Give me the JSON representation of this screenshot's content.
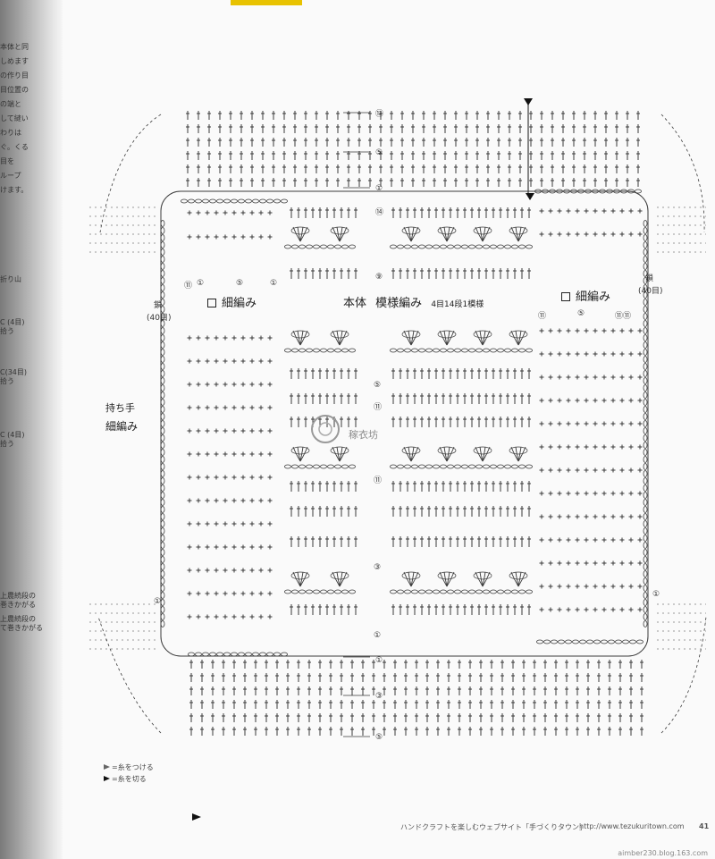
{
  "left_gutter_lines": [
    "本体と同",
    "しめます",
    "の作り目",
    "目位置の",
    "の端と",
    "して縫い",
    "わりは",
    "ぐ。くる",
    "目を",
    "ループ",
    "けます。"
  ],
  "left_gutter_notes": {
    "fold": "折り山",
    "c4_a": "C (4目)",
    "c4_a_sub": "拾う",
    "c34": "C(34目)",
    "c34_sub": "拾う",
    "c4_b": "C (4目)",
    "c4_b_sub": "拾う",
    "bottom_1": "上農続段の",
    "bottom_2": "巻きかがる",
    "bottom_3": "上農続段の",
    "bottom_4": "て巻きかがる"
  },
  "labels": {
    "left_section": "細編み",
    "center_title": "本体",
    "center_stitch": "模様編み",
    "center_note": "4目14段1模様",
    "right_section": "細編み",
    "handle_line1": "持ち手",
    "handle_line2": "細編み",
    "left_chain": "鎖",
    "left_chain_count": "(40目)",
    "right_chain": "鎖",
    "right_chain_count": "(40目)"
  },
  "row_markers": {
    "top": [
      "⑬",
      "⑤",
      "①"
    ],
    "center_top": [
      "⑭",
      "⑨"
    ],
    "center_mid": [
      "⑤",
      "⑪",
      "⑪",
      "③",
      "①"
    ],
    "bottom": [
      "①",
      "③",
      "⑤"
    ],
    "left_group": [
      "⑪",
      "①",
      "⑤",
      "①"
    ],
    "right_group": [
      "⑪",
      "⑤",
      "⑪⑪"
    ],
    "left_mid": "①",
    "right_mid": "①"
  },
  "legend": {
    "attach": "=糸をつける",
    "cut": "=糸を切る"
  },
  "footer": {
    "site_text": "ハンドクラフトを楽しむウェブサイト「手づくりタウン」",
    "url": "http://www.tezukuritown.com",
    "page_number": "41",
    "blog_stamp": "aimber230.blog.163.com"
  },
  "watermark": "稼衣坊",
  "colors": {
    "ink": "#3a3a3a",
    "paper": "#fafafa",
    "gutter_shadow": "#8a8a8a",
    "tab_yellow": "#e8c200"
  },
  "icons": [
    "square-marker-icon",
    "attach-yarn-icon",
    "cut-yarn-icon",
    "watermark-logo-icon"
  ]
}
